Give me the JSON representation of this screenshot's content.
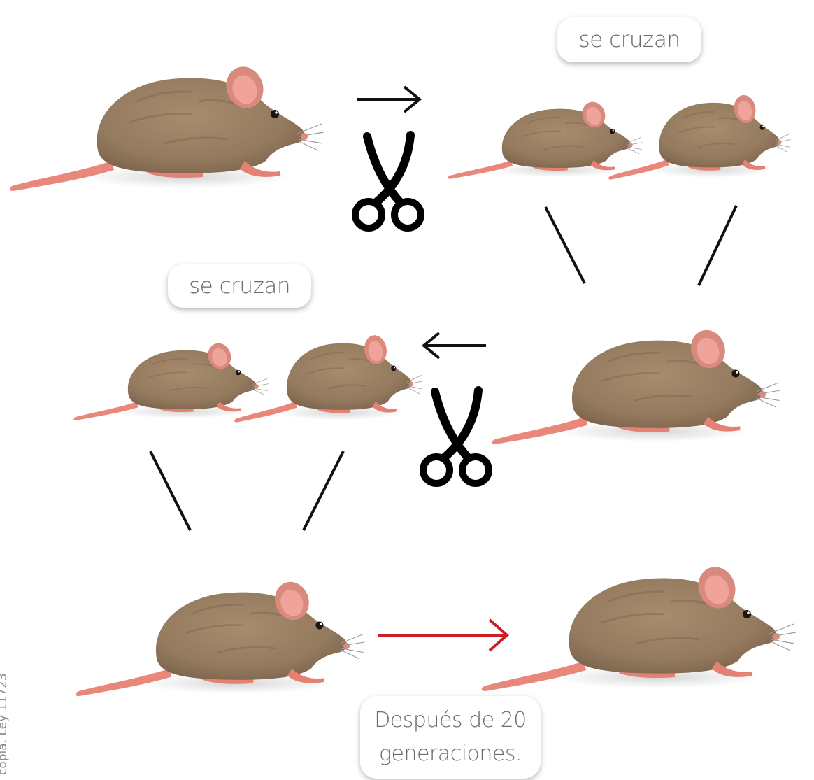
{
  "labels": {
    "top_right": "se cruzan",
    "middle_left": "se cruzan",
    "bottom_line1": "Después de 20",
    "bottom_line2": "generaciones."
  },
  "side_note": "copia. Ley 11723",
  "colors": {
    "fur": "#9b8064",
    "fur_dark": "#7f674f",
    "skin": "#e8877a",
    "arrow_black": "#111111",
    "arrow_red": "#d01c24"
  },
  "icons": [
    "arrow-right-icon",
    "arrow-left-icon",
    "scissors-icon",
    "red-arrow-right-icon"
  ]
}
